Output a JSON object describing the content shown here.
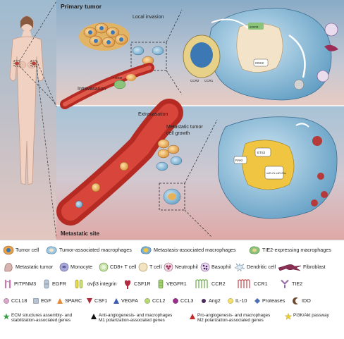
{
  "panels": {
    "primary_title": "Primary tumor",
    "metastatic_title": "Metastatic site"
  },
  "callouts": {
    "local_invasion": "Local invasion",
    "intravasation": "Intravasation",
    "extravasation": "Extravasation",
    "metastatic_growth_line1": "Metastatic tumor",
    "metastatic_growth_line2": "cell growth"
  },
  "cell_labels": {
    "egfr": "EGFR",
    "ccr2": "CCR2",
    "ccr1": "CCR1",
    "cdk2": "CDK2",
    "raki": "RAKI",
    "ets2": "ETS2",
    "mir": "miR-21 miR-29a",
    "tmem": "TMEM"
  },
  "legend": {
    "row1": [
      {
        "icon": "tumor-cell-icon",
        "label": "Tumor cell"
      },
      {
        "icon": "tam-icon",
        "label": "Tumor-associated macrophages"
      },
      {
        "icon": "mam-icon",
        "label": "Metastasis-associated macrophages"
      },
      {
        "icon": "tem-icon",
        "label": "TIE2-expressing macrophages"
      }
    ],
    "row2": [
      {
        "icon": "metastatic-tumor-icon",
        "label": "Metastatic tumor"
      },
      {
        "icon": "monocyte-icon",
        "label": "Monocyte"
      },
      {
        "icon": "cd8-t-cell-icon",
        "label": "CD8+ T cell"
      },
      {
        "icon": "t-cell-icon",
        "label": "T cell"
      },
      {
        "icon": "neutrophil-icon",
        "label": "Neutrophil"
      },
      {
        "icon": "basophil-icon",
        "label": "Basophil"
      },
      {
        "icon": "dendritic-cell-icon",
        "label": "Dendritic cell"
      },
      {
        "icon": "fibroblast-icon",
        "label": "Fibroblast"
      }
    ],
    "row3": [
      {
        "icon": "pitpnm3-icon",
        "label": "PITPNM3"
      },
      {
        "icon": "egfr-receptor-icon",
        "label": "EGFR"
      },
      {
        "icon": "integrin-icon",
        "label": "αvβ3 integrin"
      },
      {
        "icon": "csf1r-icon",
        "label": "CSF1R"
      },
      {
        "icon": "vegfr1-icon",
        "label": "VEGFR1"
      },
      {
        "icon": "ccr2-receptor-icon",
        "label": "CCR2"
      },
      {
        "icon": "ccr1-receptor-icon",
        "label": "CCR1"
      },
      {
        "icon": "tie2-icon",
        "label": "TIE2"
      }
    ],
    "row4": [
      {
        "icon": "ccl18-icon",
        "label": "CCL18"
      },
      {
        "icon": "egf-icon",
        "label": "EGF"
      },
      {
        "icon": "sparc-icon",
        "label": "SPARC"
      },
      {
        "icon": "csf1-icon",
        "label": "CSF1"
      },
      {
        "icon": "vegfa-icon",
        "label": "VEGFA"
      },
      {
        "icon": "ccl2-icon",
        "label": "CCL2"
      },
      {
        "icon": "ccl3-icon",
        "label": "CCL3"
      },
      {
        "icon": "ang2-icon",
        "label": "Ang2"
      },
      {
        "icon": "il10-icon",
        "label": "IL-10"
      },
      {
        "icon": "proteases-icon",
        "label": "Proteases"
      },
      {
        "icon": "ido-icon",
        "label": "IDO"
      }
    ],
    "row5": [
      {
        "icon": "green-star-icon",
        "line1": "ECM structures assembly- and",
        "line2": "stabilization-associated genes"
      },
      {
        "icon": "black-triangle-icon",
        "line1": "Anti-angiogenesis- and macrophages",
        "line2": "M1 polarization-associated genes"
      },
      {
        "icon": "red-triangle-icon",
        "line1": "Pro-angiogenesis- and macrophages",
        "line2": "M2 polarization-associated genes"
      },
      {
        "icon": "yellow-star-icon",
        "line1": "PI3K/Akt passway",
        "line2": ""
      }
    ]
  },
  "colors": {
    "primary_bg_top": "#8fb0c8",
    "primary_bg_bottom": "#e4ccc4",
    "metastatic_bg_top": "#a8c4d6",
    "metastatic_bg_bottom": "#dfb2b0",
    "vessel": "#c8312a",
    "macrophage": "#6fa7c9",
    "tumor_cell": "#e6a14a",
    "mam_cell": "#7bb0d0"
  }
}
